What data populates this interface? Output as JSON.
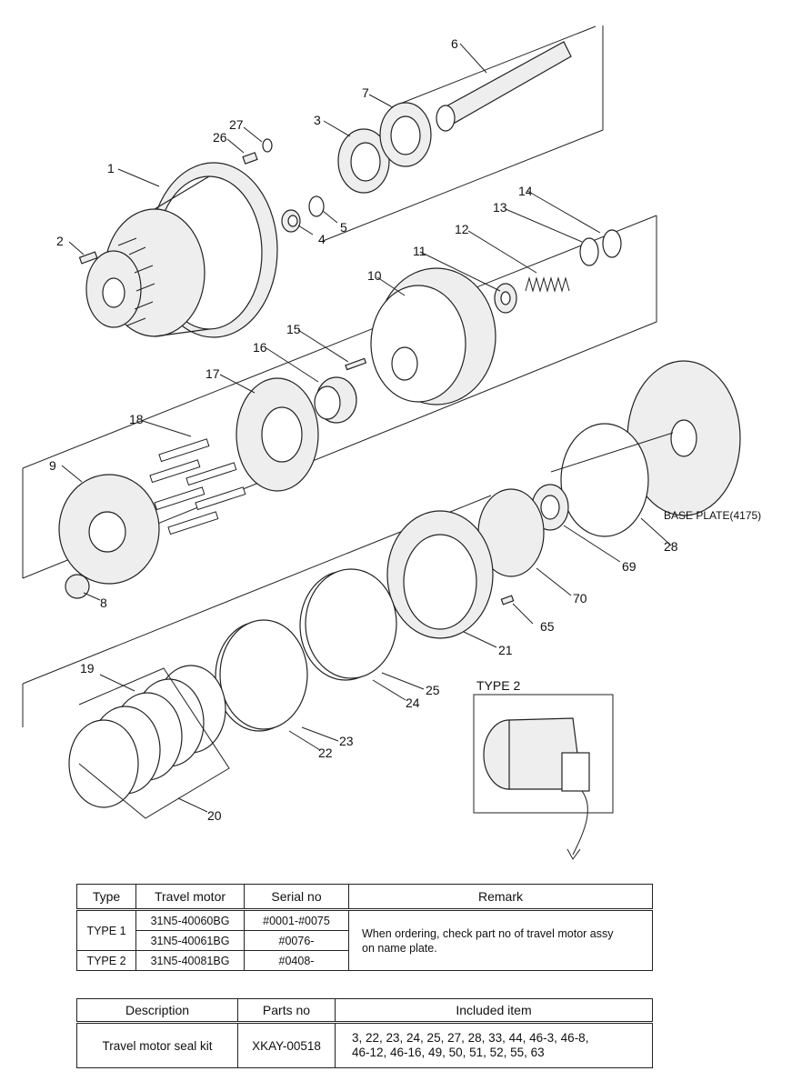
{
  "callouts": {
    "c1": "1",
    "c2": "2",
    "c3": "3",
    "c4": "4",
    "c5": "5",
    "c6": "6",
    "c7": "7",
    "c8": "8",
    "c9": "9",
    "c10": "10",
    "c11": "11",
    "c12": "12",
    "c13": "13",
    "c14": "14",
    "c15": "15",
    "c16": "16",
    "c17": "17",
    "c18": "18",
    "c19": "19",
    "c20": "20",
    "c21": "21",
    "c22": "22",
    "c23": "23",
    "c24": "24",
    "c25": "25",
    "c26": "26",
    "c27": "27",
    "c28": "28",
    "c65": "65",
    "c69": "69",
    "c70": "70"
  },
  "base_plate_label": "BASE PLATE(4175)",
  "type2_label": "TYPE 2",
  "type_table": {
    "headers": [
      "Type",
      "Travel motor",
      "Serial no",
      "Remark"
    ],
    "rows": [
      {
        "type": "TYPE 1",
        "motor": "31N5-40060BG",
        "serial": "#0001-#0075"
      },
      {
        "type": "",
        "motor": "31N5-40061BG",
        "serial": "#0076-"
      },
      {
        "type": "TYPE 2",
        "motor": "31N5-40081BG",
        "serial": "#0408-"
      }
    ],
    "remark_line1": "When ordering, check part no of travel motor assy",
    "remark_line2": "on name plate."
  },
  "kit_table": {
    "headers": [
      "Description",
      "Parts no",
      "Included item"
    ],
    "description": "Travel motor seal kit",
    "parts_no": "XKAY-00518",
    "included_line1": "3, 22, 23, 24, 25, 27, 28, 33, 44, 46-3, 46-8,",
    "included_line2": "46-12, 46-16, 49, 50, 51, 52, 55, 63"
  }
}
